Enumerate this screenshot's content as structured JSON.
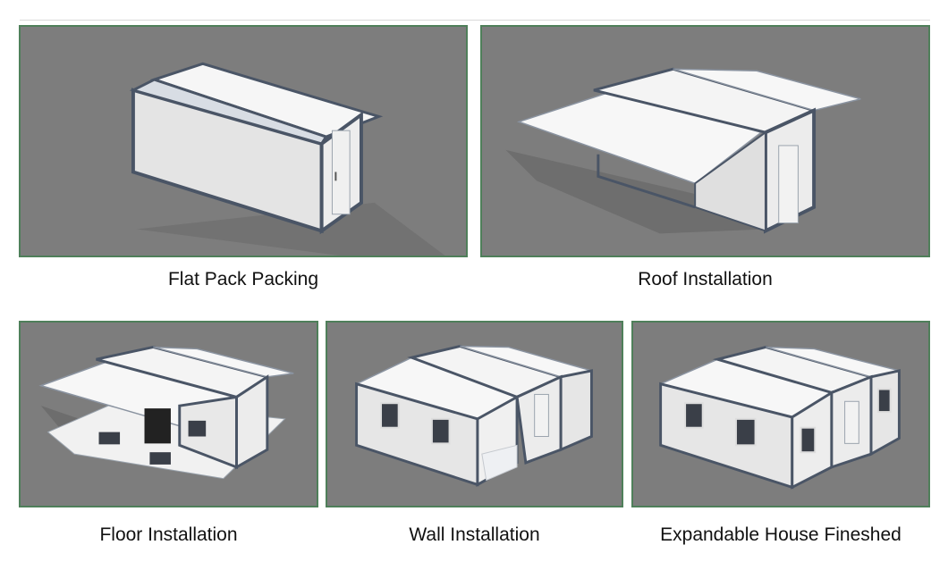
{
  "steps": [
    {
      "label": "Flat Pack Packing"
    },
    {
      "label": "Roof Installation"
    },
    {
      "label": "Floor Installation"
    },
    {
      "label": "Wall Installation"
    },
    {
      "label": "Expandable House Fineshed"
    }
  ],
  "colors": {
    "panel_background": "#7d7d7d",
    "panel_border": "#4f7f5a",
    "frame": "#4a5566",
    "wall": "#e6e6e6",
    "roof": "#f6f6f6"
  }
}
